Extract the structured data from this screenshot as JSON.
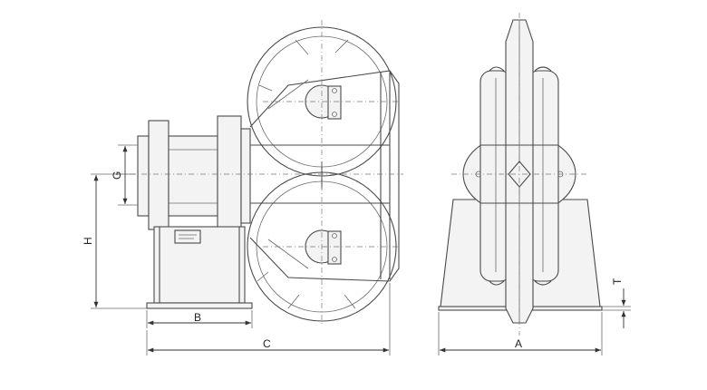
{
  "dimension_labels": {
    "A": "A",
    "B": "B",
    "C": "C",
    "G": "G",
    "H": "H",
    "T": "T"
  }
}
